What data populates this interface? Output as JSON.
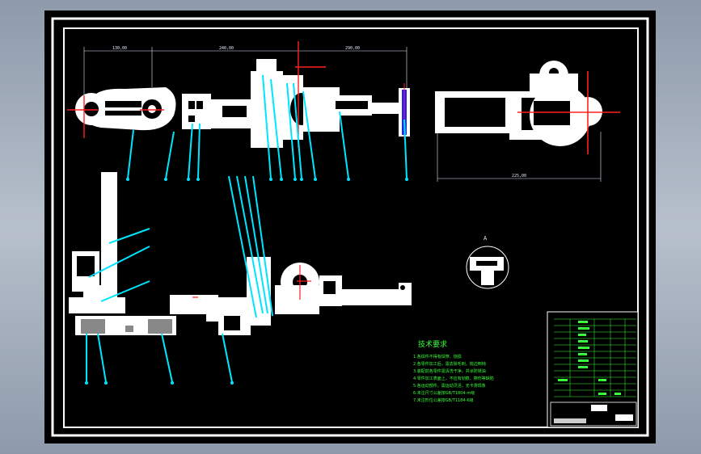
{
  "drawing": {
    "dimensions": {
      "top_left": "130,00",
      "top_middle": "240,00",
      "top_right": "290,00",
      "side_view": "225,00"
    },
    "section_label": "A",
    "technical_requirements": {
      "title": "技术要求",
      "lines": [
        "1.各焊件不得有焊穿、烧损",
        "2.各零件加工后，需去除毛刺，锐边倒钝",
        "3.装配前各零件需清洗干净，并涂防锈油",
        "4.零件加工表面上，不应有划痕、擦伤等缺陷",
        "5.各运动部件，需运动灵活，无卡滞现象",
        "6.未注尺寸公差按GB/T1804-m级",
        "7.未注形位公差按GB/T1184-K级"
      ]
    },
    "title_block": {
      "parts_count": 12
    }
  },
  "colors": {
    "background": "#000000",
    "part_fill": "#ffffff",
    "leader": "#00e5ff",
    "centerline": "#ff2020",
    "dimension": "#dfe9ff",
    "text": "#39ff39"
  }
}
